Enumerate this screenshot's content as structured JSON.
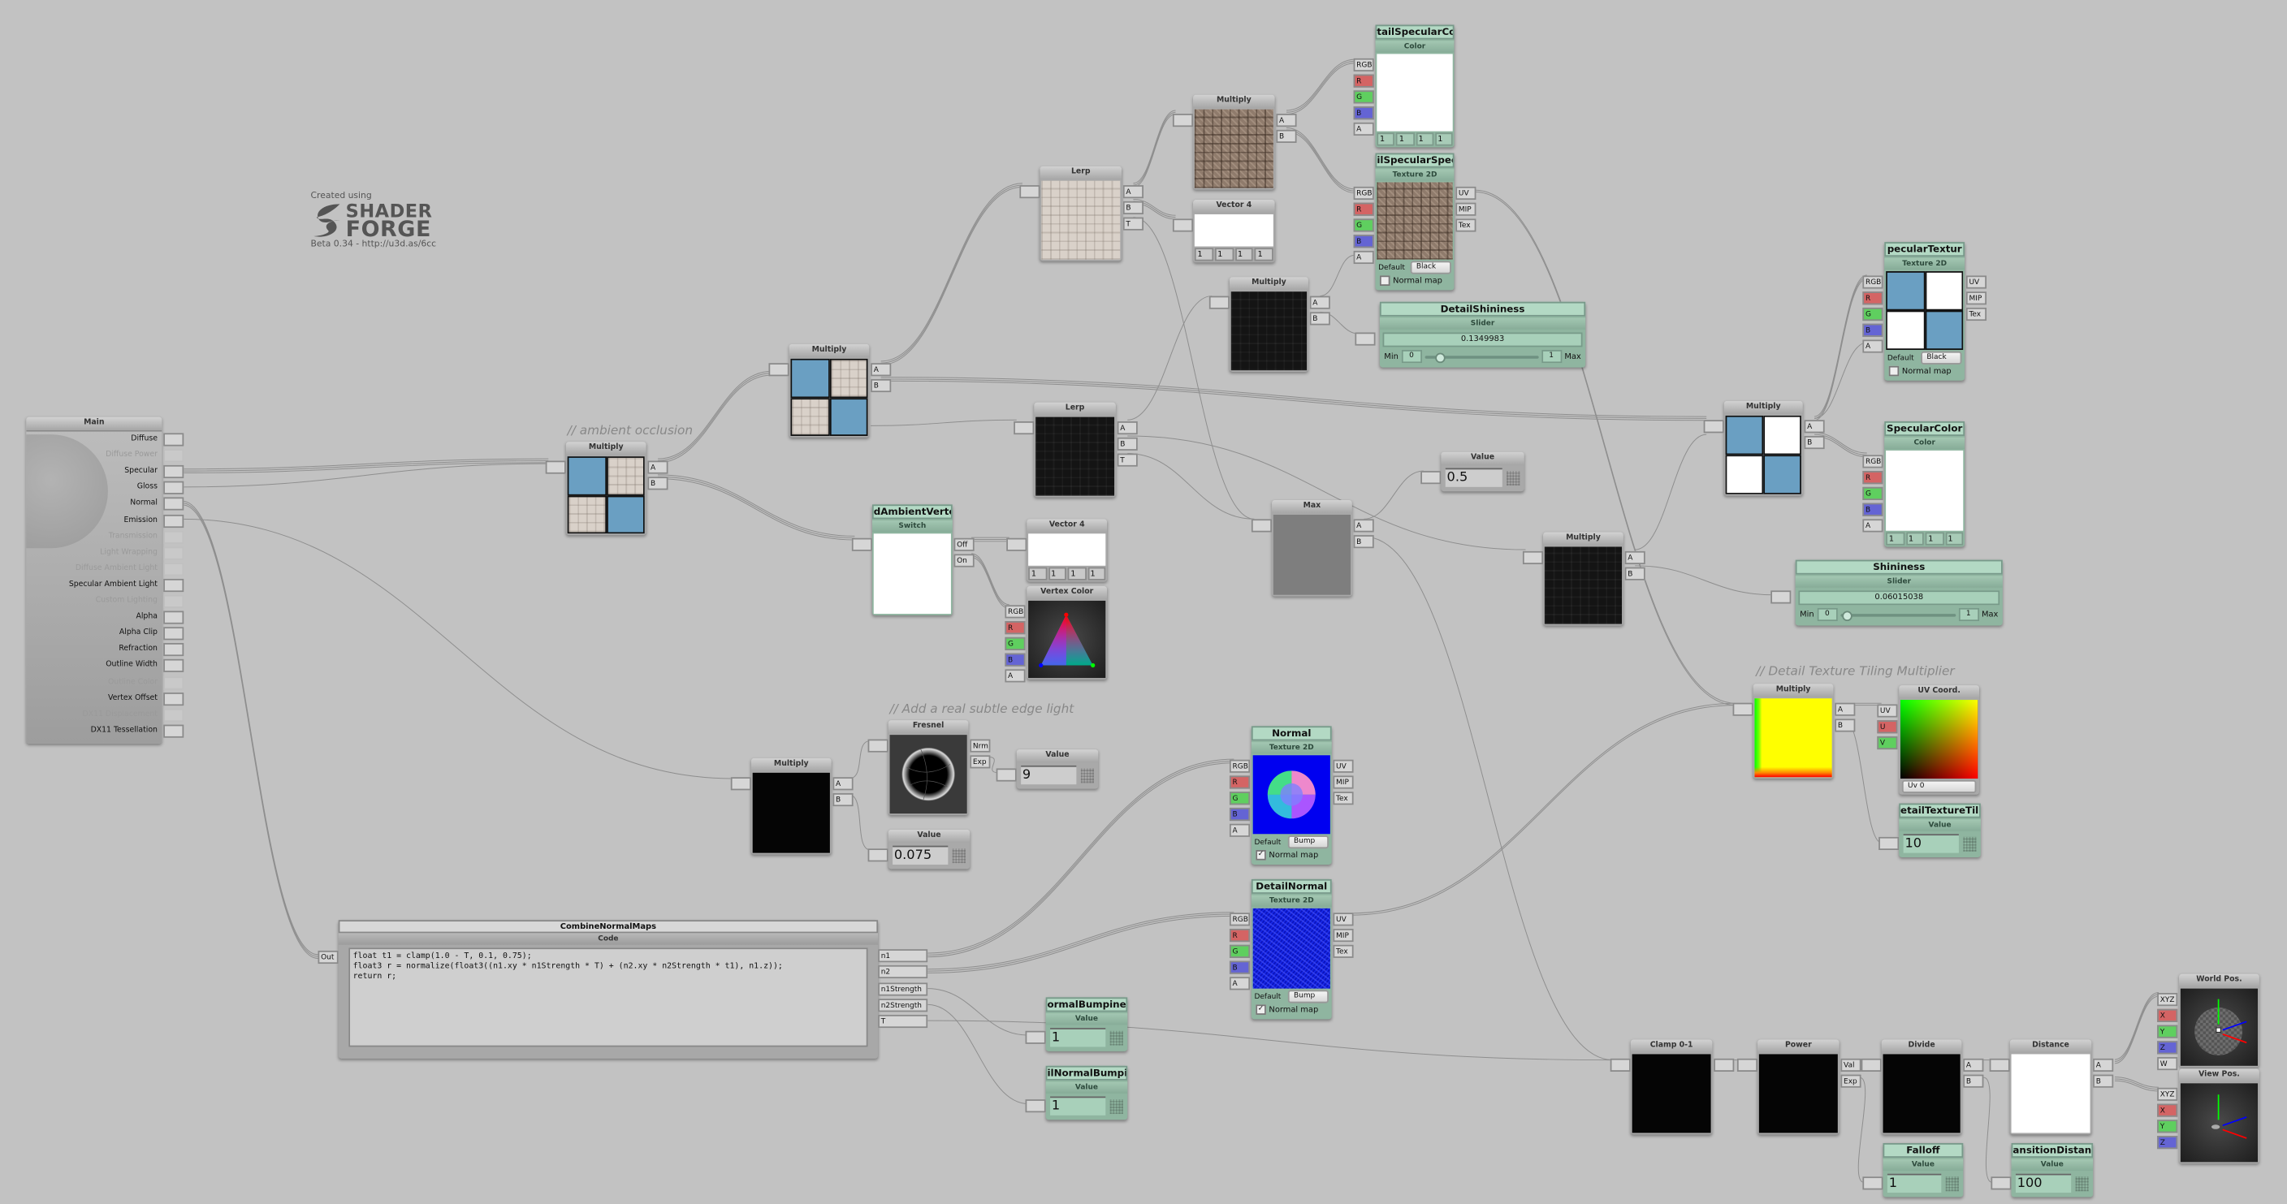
{
  "logo": {
    "created": "Created using",
    "line1": "SHADER",
    "line2": "FORGE",
    "version": "Beta 0.34 - http://u3d.as/6cc"
  },
  "comments": {
    "ao": "// ambient occlusion",
    "edge": "// Add a real subtle edge light",
    "tiling": "// Detail Texture Tiling Multiplier"
  },
  "main": {
    "title": "Main",
    "inputs": [
      {
        "label": "Diffuse",
        "enabled": true
      },
      {
        "label": "Diffuse Power",
        "enabled": false
      },
      {
        "label": "Specular",
        "enabled": true
      },
      {
        "label": "Gloss",
        "enabled": true
      },
      {
        "label": "Normal",
        "enabled": true
      },
      {
        "label": "Emission",
        "enabled": true
      },
      {
        "label": "Transmission",
        "enabled": false
      },
      {
        "label": "Light Wrapping",
        "enabled": false
      },
      {
        "label": "Diffuse Ambient Light",
        "enabled": false
      },
      {
        "label": "Specular Ambient Light",
        "enabled": true
      },
      {
        "label": "Custom Lighting",
        "enabled": false
      },
      {
        "label": "Alpha",
        "enabled": true
      },
      {
        "label": "Alpha Clip",
        "enabled": true
      },
      {
        "label": "Refraction",
        "enabled": true
      },
      {
        "label": "Outline Width",
        "enabled": true
      },
      {
        "label": "Outline Color",
        "enabled": false
      },
      {
        "label": "Vertex Offset",
        "enabled": true
      },
      {
        "label": "DX11 Displacement",
        "enabled": false
      },
      {
        "label": "DX11 Tessellation",
        "enabled": true
      }
    ]
  },
  "nodes": {
    "ao_mul": {
      "title": "Multiply",
      "right": [
        "A",
        "B"
      ]
    },
    "mul_a": {
      "title": "Multiply",
      "right": [
        "A",
        "B"
      ]
    },
    "lerp_a": {
      "title": "Lerp",
      "right": [
        "A",
        "B",
        "T"
      ]
    },
    "mul_b": {
      "title": "Multiply",
      "right": [
        "A",
        "B"
      ]
    },
    "vec4_a": {
      "title": "Vector 4",
      "values": [
        "1",
        "1",
        "1",
        "1"
      ]
    },
    "detail_spec_color": {
      "title": "tailSpecularCo",
      "subtitle": "Color",
      "left": [
        "RGB",
        "R",
        "G",
        "B",
        "A"
      ],
      "values": [
        "1",
        "1",
        "1",
        "1"
      ]
    },
    "detail_spec_tex": {
      "title": "ilSpecularSpec",
      "subtitle": "Texture 2D",
      "left": [
        "RGB",
        "R",
        "G",
        "B",
        "A"
      ],
      "right": [
        "UV",
        "MIP",
        "Tex"
      ],
      "default_label": "Default",
      "default_value": "Black",
      "normal_map_label": "Normal map",
      "normal_map_checked": false
    },
    "mul_c": {
      "title": "Multiply",
      "right": [
        "A",
        "B"
      ]
    },
    "detail_shininess": {
      "title": "DetailShininess",
      "subtitle": "Slider",
      "value": "0.1349983",
      "min_label": "Min",
      "min": "0",
      "max": "1",
      "max_label": "Max",
      "fraction": 0.135
    },
    "lerp_b": {
      "title": "Lerp",
      "right": [
        "A",
        "B",
        "T"
      ]
    },
    "switch": {
      "title": "dAmbientVerte",
      "subtitle": "Switch",
      "right": [
        "Off",
        "On"
      ]
    },
    "vec4_b": {
      "title": "Vector 4",
      "values": [
        "1",
        "1",
        "1",
        "1"
      ]
    },
    "vertex_color": {
      "title": "Vertex Color",
      "left": [
        "RGB",
        "R",
        "G",
        "B",
        "A"
      ]
    },
    "max": {
      "title": "Max",
      "right": [
        "A",
        "B"
      ]
    },
    "value_half": {
      "title": "Value",
      "value": "0.5"
    },
    "mul_d": {
      "title": "Multiply",
      "right": [
        "A",
        "B"
      ]
    },
    "mul_e": {
      "title": "Multiply",
      "right": [
        "A",
        "B"
      ]
    },
    "spec_tex": {
      "title": "pecularTextur",
      "subtitle": "Texture 2D",
      "left": [
        "RGB",
        "R",
        "G",
        "B",
        "A"
      ],
      "right": [
        "UV",
        "MIP",
        "Tex"
      ],
      "default_label": "Default",
      "default_value": "Black",
      "normal_map_label": "Normal map",
      "normal_map_checked": false
    },
    "spec_color": {
      "title": "SpecularColor",
      "subtitle": "Color",
      "left": [
        "RGB",
        "R",
        "G",
        "B",
        "A"
      ],
      "values": [
        "1",
        "1",
        "1",
        "1"
      ]
    },
    "shininess": {
      "title": "Shininess",
      "subtitle": "Slider",
      "value": "0.06015038",
      "min_label": "Min",
      "min": "0",
      "max": "1",
      "max_label": "Max",
      "fraction": 0.06
    },
    "mul_tiling": {
      "title": "Multiply",
      "right": [
        "A",
        "B"
      ]
    },
    "uv_coord": {
      "title": "UV Coord.",
      "left": [
        "UV",
        "U",
        "V"
      ],
      "dropdown": "Uv 0"
    },
    "tiling_value": {
      "title": "etailTextureTili",
      "subtitle": "Value",
      "value": "10"
    },
    "mul_edge": {
      "title": "Multiply",
      "right": [
        "A",
        "B"
      ]
    },
    "fresnel": {
      "title": "Fresnel",
      "right": [
        "Nrm",
        "Exp"
      ]
    },
    "value_exp": {
      "title": "Value",
      "value": "9"
    },
    "value_edge": {
      "title": "Value",
      "value": "0.075"
    },
    "normal_tex": {
      "title": "Normal",
      "subtitle": "Texture 2D",
      "left": [
        "RGB",
        "R",
        "G",
        "B",
        "A"
      ],
      "right": [
        "UV",
        "MIP",
        "Tex"
      ],
      "default_label": "Default",
      "default_value": "Bump",
      "normal_map_label": "Normal map",
      "normal_map_checked": true
    },
    "detail_normal_tex": {
      "title": "DetailNormal",
      "subtitle": "Texture 2D",
      "left": [
        "RGB",
        "R",
        "G",
        "B",
        "A"
      ],
      "right": [
        "UV",
        "MIP",
        "Tex"
      ],
      "default_label": "Default",
      "default_value": "Bump",
      "normal_map_label": "Normal map",
      "normal_map_checked": true
    },
    "normal_bump": {
      "title": "ormalBumpine",
      "subtitle": "Value",
      "value": "1"
    },
    "detail_normal_bump": {
      "title": "ilNormalBumpi",
      "subtitle": "Value",
      "value": "1"
    },
    "clamp": {
      "title": "Clamp 0-1",
      "right": [
        ""
      ]
    },
    "power": {
      "title": "Power",
      "right": [
        "Val",
        "Exp"
      ]
    },
    "divide": {
      "title": "Divide",
      "right": [
        "A",
        "B"
      ]
    },
    "distance": {
      "title": "Distance",
      "right": [
        "A",
        "B"
      ]
    },
    "falloff": {
      "title": "Falloff",
      "subtitle": "Value",
      "value": "1"
    },
    "transition": {
      "title": "ansitionDistan",
      "subtitle": "Value",
      "value": "100"
    },
    "world_pos": {
      "title": "World Pos.",
      "left": [
        "XYZ",
        "X",
        "Y",
        "Z",
        "W"
      ]
    },
    "view_pos": {
      "title": "View Pos.",
      "left": [
        "XYZ",
        "X",
        "Y",
        "Z"
      ]
    }
  },
  "combine": {
    "title": "CombineNormalMaps",
    "subtitle": "Code",
    "out": "Out",
    "code": "float t1 = clamp(1.0 - T, 0.1, 0.75);\nfloat3 r = normalize(float3((n1.xy * n1Strength * T) + (n2.xy * n2Strength * t1), n1.z));\nreturn r;",
    "right": [
      "n1",
      "n2",
      "n1Strength",
      "n2Strength",
      "T"
    ]
  }
}
